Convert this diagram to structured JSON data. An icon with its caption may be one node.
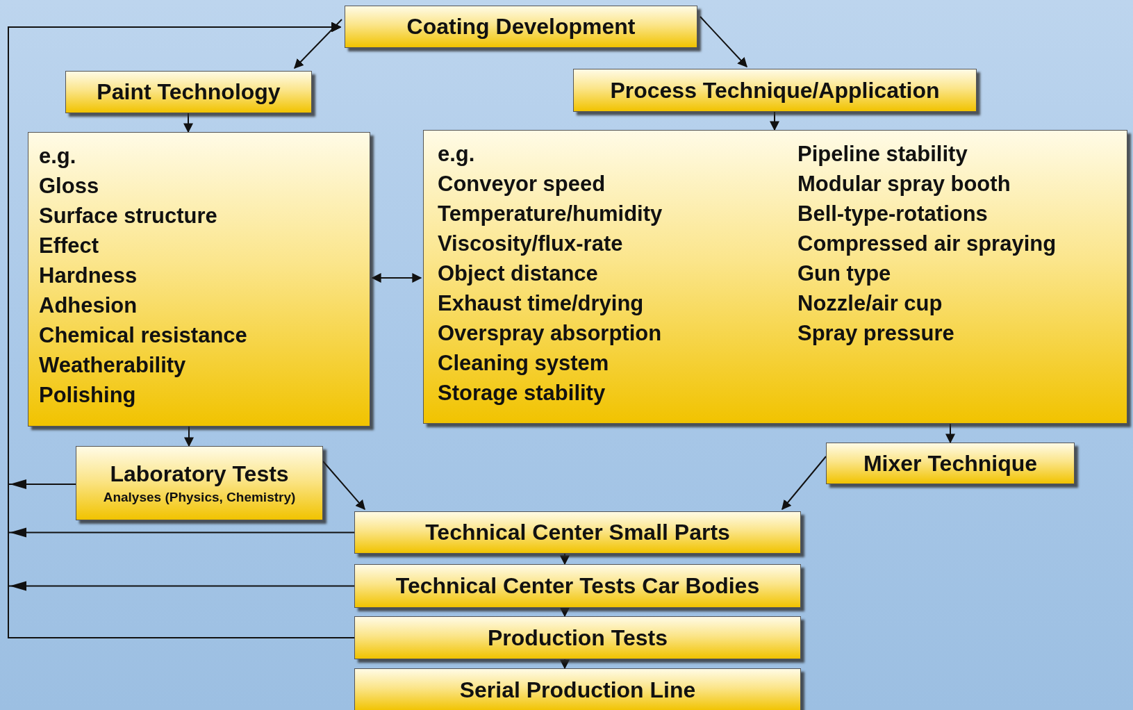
{
  "diagram": {
    "nodes": [
      {
        "text": [
          "Coating Development"
        ]
      },
      {
        "text": [
          "Paint Technology"
        ]
      },
      {
        "text": [
          "Process Technique/Application"
        ]
      },
      {
        "text": [
          "e.g.",
          "Gloss",
          "Surface structure",
          "Effect",
          "Hardness",
          "Adhesion",
          "Chemical resistance",
          "Weatherability",
          "Polishing"
        ]
      },
      {
        "text": [
          "e.g.",
          "Conveyor speed",
          "Temperature/humidity",
          "Viscosity/flux-rate",
          "Object distance",
          "Exhaust time/drying",
          "Overspray absorption",
          "Cleaning system",
          "Storage stability",
          "Pipeline stability",
          "Modular spray booth",
          "Bell-type-rotations",
          "Compressed air spraying",
          "Gun type",
          "Nozzle/air cup",
          "Spray pressure"
        ]
      },
      {
        "text": [
          "Laboratory Tests",
          "Analyses (Physics, Chemistry)"
        ]
      },
      {
        "text": [
          "Mixer Technique"
        ]
      },
      {
        "text": [
          "Technical Center Small Parts"
        ]
      },
      {
        "text": [
          "Technical Center Tests Car Bodies"
        ]
      },
      {
        "text": [
          "Production Tests"
        ]
      },
      {
        "text": [
          "Serial Production Line"
        ]
      }
    ],
    "edges": [
      {
        "from": 0,
        "to": 1,
        "arrow": "to"
      },
      {
        "from": 0,
        "to": 2,
        "arrow": "to"
      },
      {
        "from": 1,
        "to": 3,
        "arrow": "to"
      },
      {
        "from": 2,
        "to": 4,
        "arrow": "to"
      },
      {
        "from": 3,
        "to": 4,
        "arrow": "both"
      },
      {
        "from": 3,
        "to": 5,
        "arrow": "to"
      },
      {
        "from": 4,
        "to": 6,
        "arrow": "to"
      },
      {
        "from": 5,
        "to": 7,
        "arrow": "to"
      },
      {
        "from": 6,
        "to": 7,
        "arrow": "to"
      },
      {
        "from": 7,
        "to": 8,
        "arrow": "to"
      },
      {
        "from": 8,
        "to": 9,
        "arrow": "to"
      },
      {
        "from": 9,
        "to": 10,
        "arrow": "to"
      },
      {
        "from": 5,
        "to": 0,
        "arrow": "to"
      },
      {
        "from": 7,
        "to": 0,
        "arrow": "to"
      },
      {
        "from": 8,
        "to": 0,
        "arrow": "to"
      },
      {
        "from": 9,
        "to": 0,
        "arrow": "to"
      }
    ]
  }
}
